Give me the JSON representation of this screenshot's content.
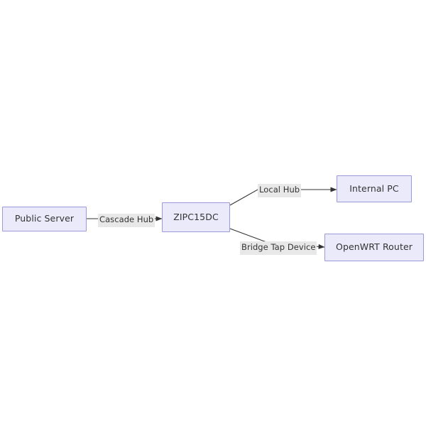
{
  "diagram": {
    "type": "flowchart",
    "direction": "left-to-right",
    "background_color": "#ffffff",
    "node_fill_color": "#eaeafb",
    "node_border_color": "#9a9adb",
    "edge_color": "#333333",
    "edge_label_background_color": "#e8e8e8",
    "text_color": "#333333",
    "nodes": [
      {
        "id": "public-server",
        "label": "Public Server"
      },
      {
        "id": "zipc15dc",
        "label": "ZIPC15DC"
      },
      {
        "id": "internal-pc",
        "label": "Internal PC"
      },
      {
        "id": "openwrt-router",
        "label": "OpenWRT Router"
      }
    ],
    "edges": [
      {
        "id": "edge-cascade-hub",
        "from": "public-server",
        "to": "zipc15dc",
        "label": "Cascade Hub"
      },
      {
        "id": "edge-local-hub",
        "from": "zipc15dc",
        "to": "internal-pc",
        "label": "Local Hub"
      },
      {
        "id": "edge-bridge-tap-device",
        "from": "zipc15dc",
        "to": "openwrt-router",
        "label": "Bridge Tap Device"
      }
    ]
  }
}
